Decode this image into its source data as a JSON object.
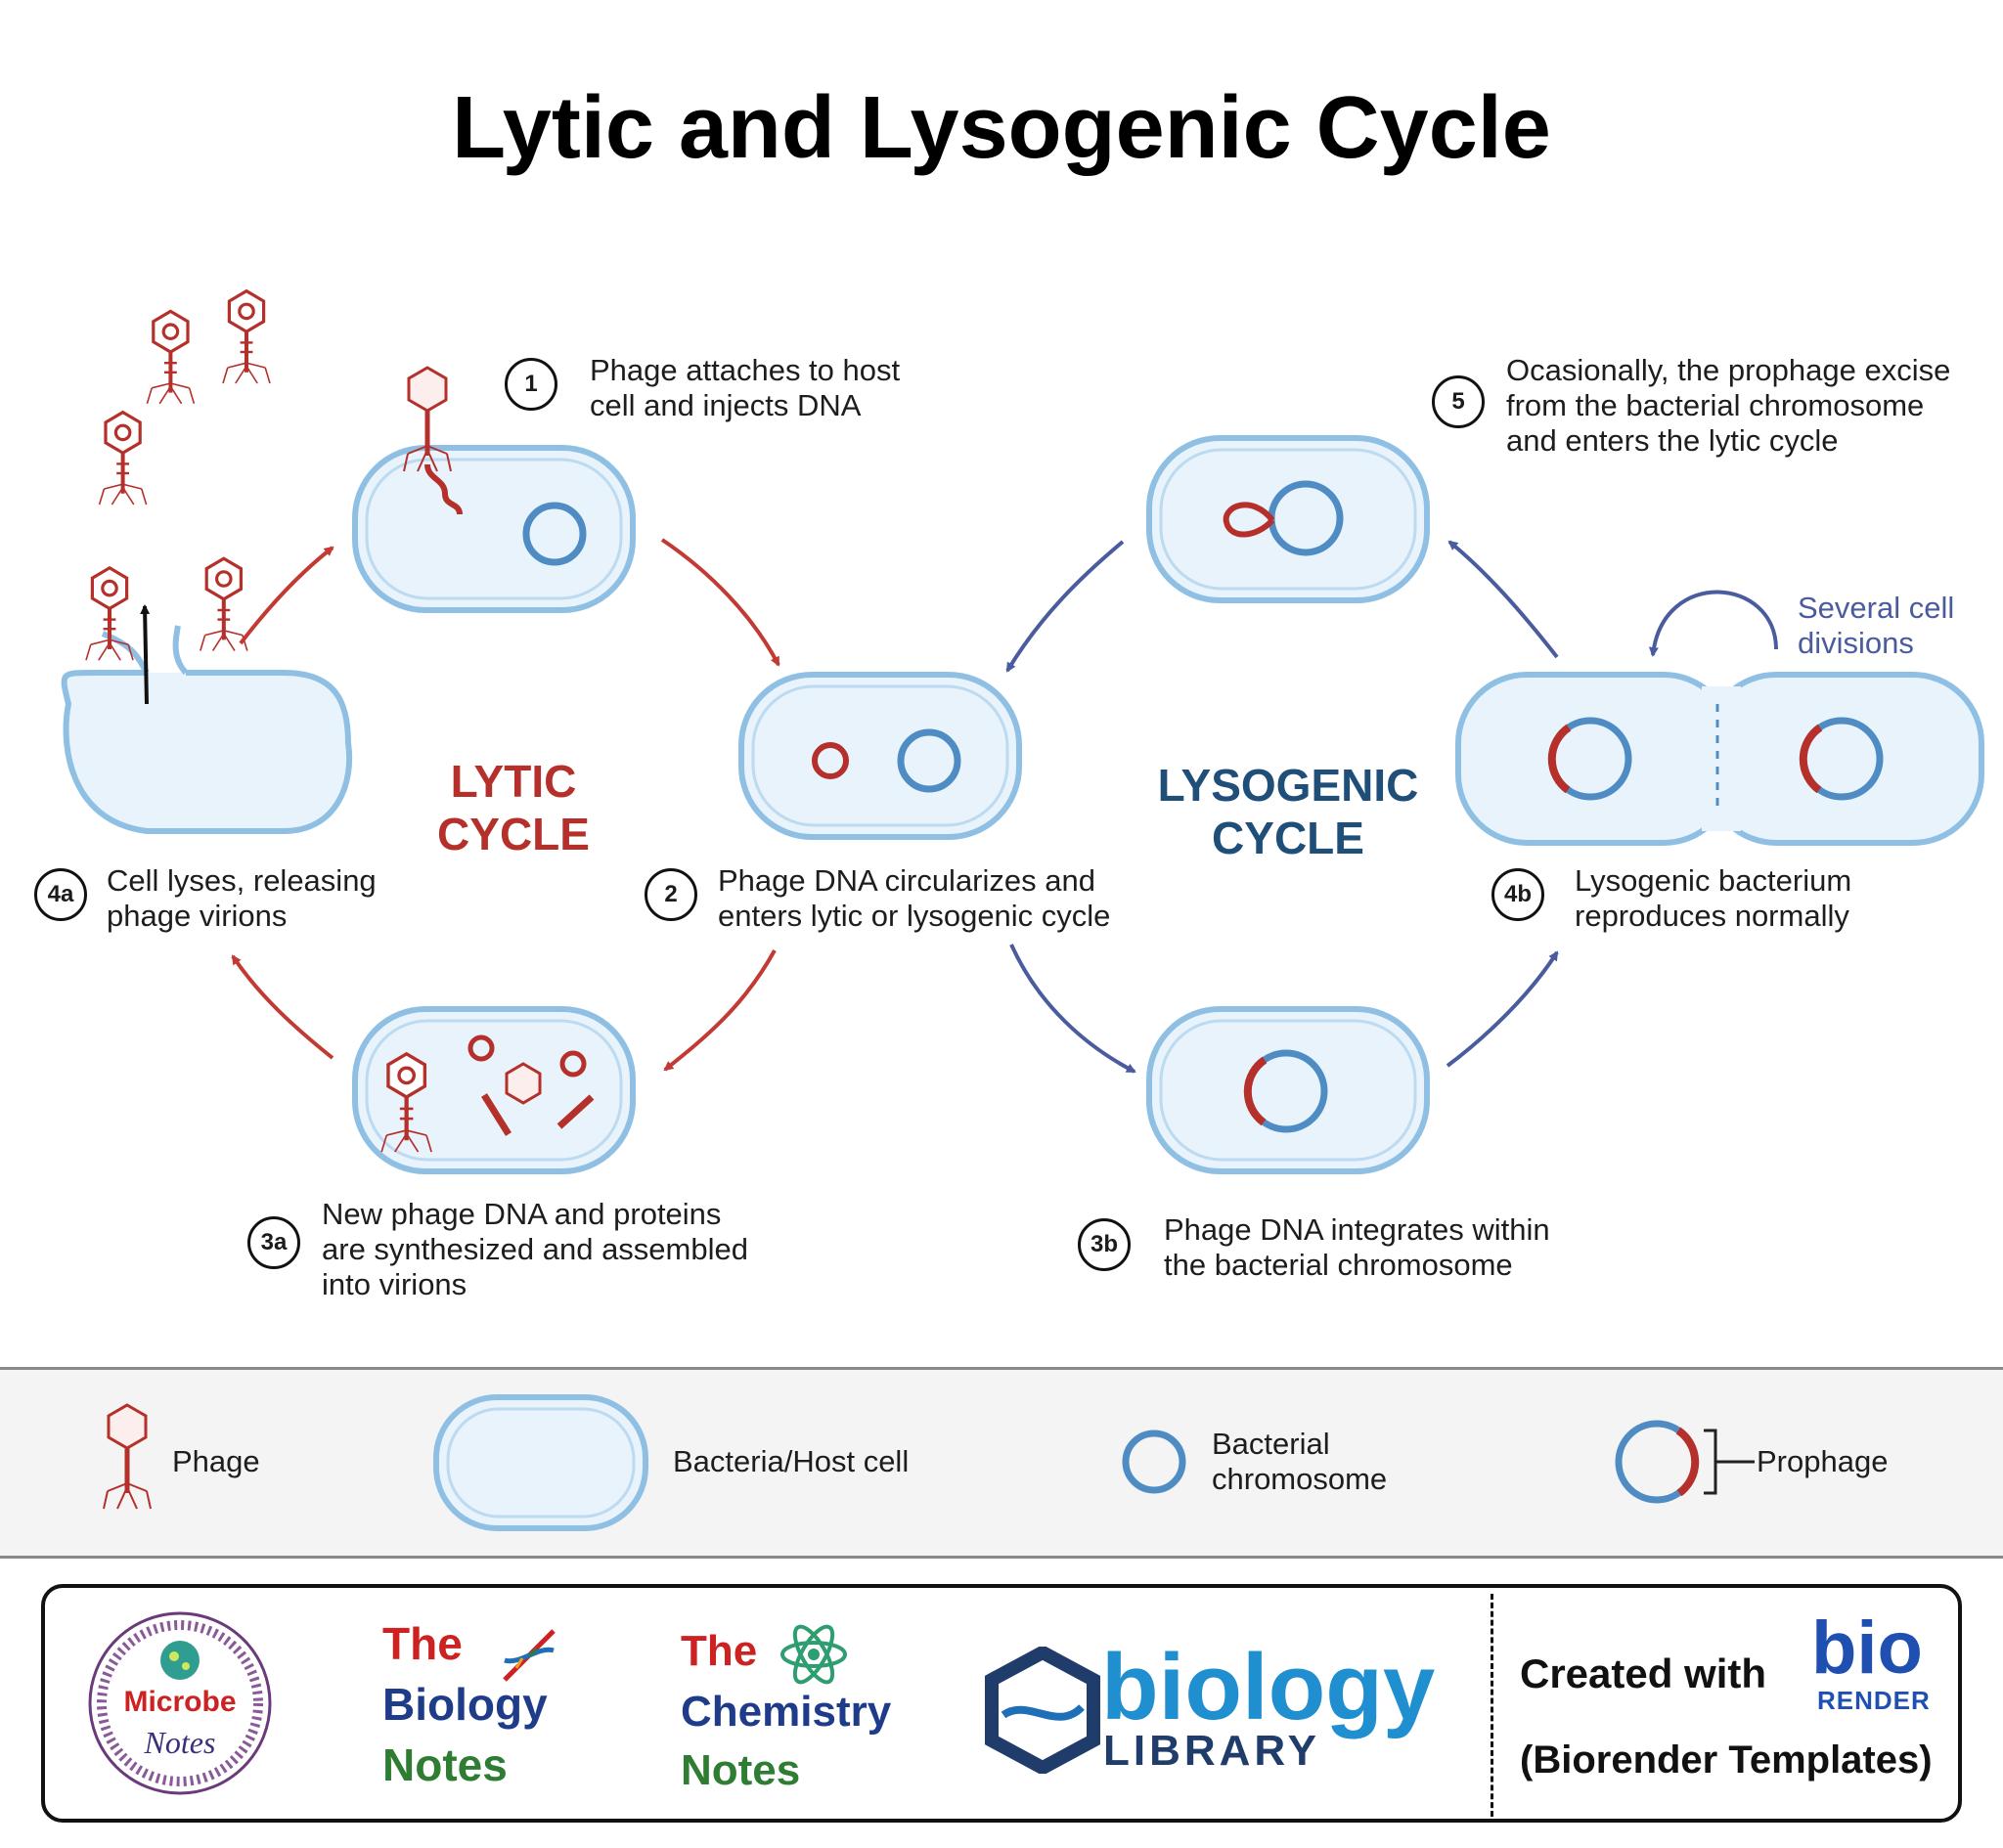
{
  "title": "Lytic and Lysogenic Cycle",
  "cycles": {
    "lytic": {
      "label": "LYTIC\nCYCLE",
      "color": "#b5302a"
    },
    "lysogenic": {
      "label": "LYSOGENIC\nCYCLE",
      "color": "#1f4e79"
    }
  },
  "steps": [
    {
      "number": "1",
      "text": "Phage attaches to host\ncell and injects DNA"
    },
    {
      "number": "2",
      "text": "Phage DNA circularizes and\nenters lytic or lysogenic cycle"
    },
    {
      "number": "3a",
      "text": "New phage DNA and proteins\nare synthesized and assembled\ninto virions"
    },
    {
      "number": "4a",
      "text": "Cell lyses, releasing\nphage virions"
    },
    {
      "number": "3b",
      "text": "Phage DNA integrates within\nthe bacterial chromosome"
    },
    {
      "number": "4b",
      "text": "Lysogenic bacterium\nreproduces normally"
    },
    {
      "number": "5",
      "text": "Ocasionally, the prophage excise\nfrom the bacterial chromosome\nand enters the lytic cycle"
    }
  ],
  "annotation": {
    "several_divisions": "Several cell\ndivisions"
  },
  "legend": {
    "phage": "Phage",
    "host_cell": "Bacteria/Host cell",
    "chromosome": "Bacterial\nchromosome",
    "prophage": "Prophage"
  },
  "footer": {
    "microbe_notes": {
      "line1": "Microbe",
      "line2": "Notes"
    },
    "biology_notes": {
      "line1": "The",
      "line2": "Biology",
      "line3": "Notes"
    },
    "chemistry_notes": {
      "line1": "The",
      "line2": "Chemistry",
      "line3": "Notes"
    },
    "biology_library": {
      "line1": "biology",
      "line2": "LIBRARY"
    },
    "created_with": "Created with",
    "biorender_bio": "bio",
    "biorender_render": "RENDER",
    "templates": "(Biorender Templates)"
  },
  "colors": {
    "phage_red": "#b5302a",
    "chromosome_blue": "#4f8cc4",
    "cell_fill": "#e8f3fb",
    "cell_stroke": "#8fc0e4",
    "lysogenic_arrow": "#4a5c9e",
    "lytic_arrow": "#c23a33",
    "logo_blue": "#1f6fb8",
    "logo_red": "#cc2222",
    "logo_green": "#2e7d32"
  }
}
